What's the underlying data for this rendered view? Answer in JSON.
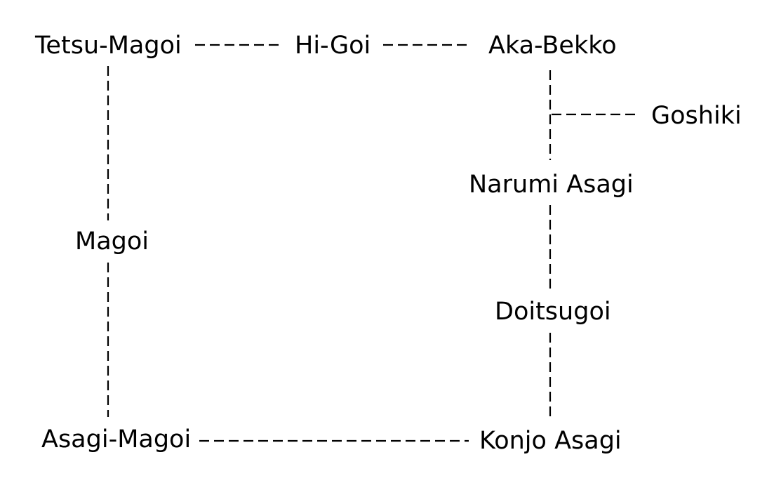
{
  "diagram": {
    "nodes": {
      "tetsu_magoi": "Tetsu-Magoi",
      "hi_goi": "Hi-Goi",
      "aka_bekko": "Aka-Bekko",
      "goshiki": "Goshiki",
      "narumi_asagi": "Narumi Asagi",
      "magoi": "Magoi",
      "doitsugoi": "Doitsugoi",
      "asagi_magoi": "Asagi-Magoi",
      "konjo_asagi": "Konjo Asagi"
    },
    "edges": [
      {
        "from": "tetsu_magoi",
        "to": "hi_goi"
      },
      {
        "from": "hi_goi",
        "to": "aka_bekko"
      },
      {
        "from": "aka_bekko",
        "to": "goshiki"
      },
      {
        "from": "aka_bekko",
        "to": "narumi_asagi"
      },
      {
        "from": "narumi_asagi",
        "to": "doitsugoi"
      },
      {
        "from": "doitsugoi",
        "to": "konjo_asagi"
      },
      {
        "from": "tetsu_magoi",
        "to": "magoi"
      },
      {
        "from": "magoi",
        "to": "asagi_magoi"
      },
      {
        "from": "asagi_magoi",
        "to": "konjo_asagi"
      }
    ],
    "line_style": "dashed",
    "colors": {
      "text": "#000000",
      "line": "#000000",
      "background": "#ffffff"
    }
  }
}
